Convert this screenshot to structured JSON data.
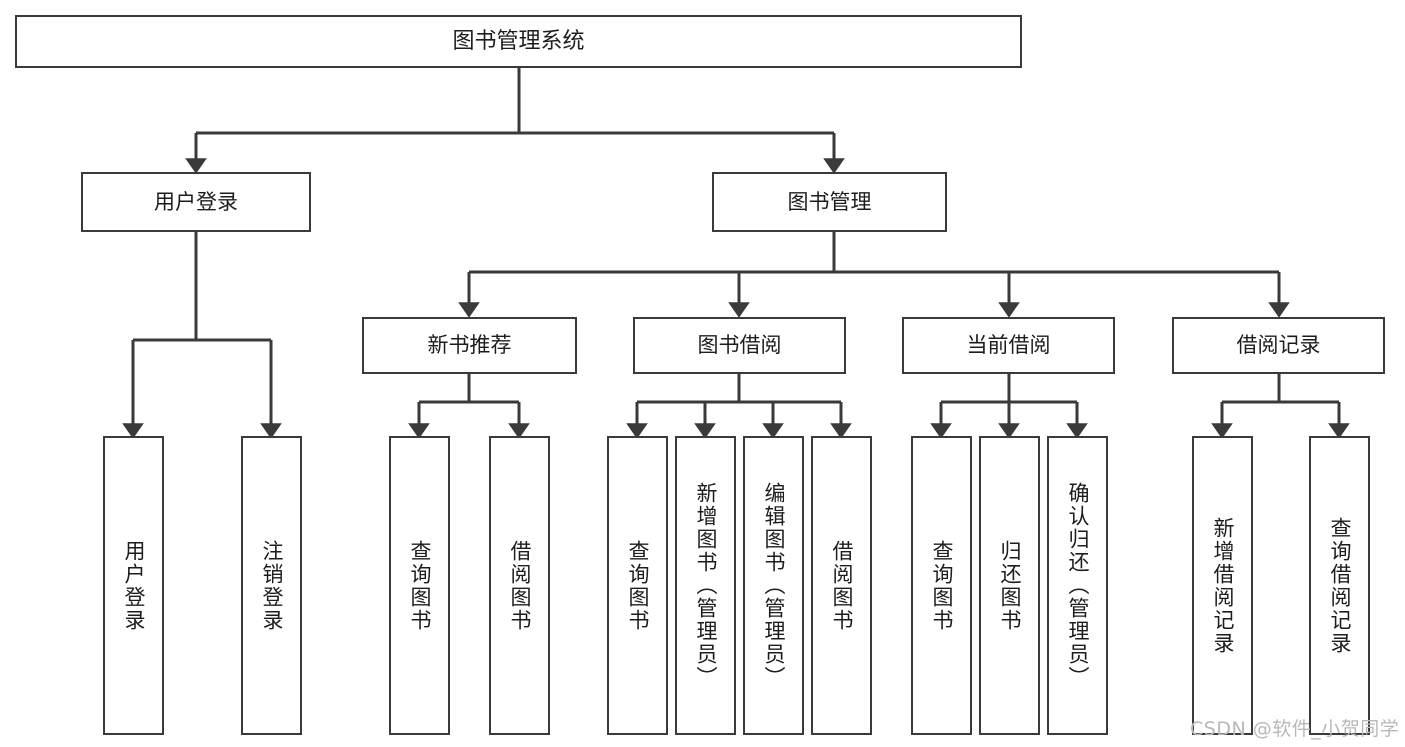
{
  "diagram": {
    "title": "图书管理系统",
    "type": "hierarchy-tree",
    "watermark": "CSDN @软件_小贺同学",
    "colors": {
      "border": "#3a3a3a",
      "fill": "#ffffff",
      "text": "#1d1d1d",
      "edge": "#3a3a3a",
      "watermark": "#b8b8b8"
    },
    "nodes": {
      "root": {
        "label": "图书管理系统"
      },
      "level2": [
        {
          "id": "user-login",
          "label": "用户登录"
        },
        {
          "id": "book-manage",
          "label": "图书管理"
        }
      ],
      "level3": [
        {
          "id": "new-book-rec",
          "label": "新书推荐"
        },
        {
          "id": "book-borrow",
          "label": "图书借阅"
        },
        {
          "id": "current-borrow",
          "label": "当前借阅"
        },
        {
          "id": "borrow-record",
          "label": "借阅记录"
        }
      ],
      "leaves": {
        "user_login": [
          {
            "id": "leaf-user-login",
            "label": "用户登录"
          },
          {
            "id": "leaf-logout",
            "label": "注销登录"
          }
        ],
        "new_book_rec": [
          {
            "id": "leaf-query-book-1",
            "label": "查询图书"
          },
          {
            "id": "leaf-borrow-book-1",
            "label": "借阅图书"
          }
        ],
        "book_borrow": [
          {
            "id": "leaf-query-book-2",
            "label": "查询图书"
          },
          {
            "id": "leaf-add-book",
            "label": "新增图书（管理员）"
          },
          {
            "id": "leaf-edit-book",
            "label": "编辑图书（管理员）"
          },
          {
            "id": "leaf-borrow-book-2",
            "label": "借阅图书"
          }
        ],
        "current_borrow": [
          {
            "id": "leaf-query-book-3",
            "label": "查询图书"
          },
          {
            "id": "leaf-return-book",
            "label": "归还图书"
          },
          {
            "id": "leaf-confirm-return",
            "label": "确认归还（管理员）"
          }
        ],
        "borrow_record": [
          {
            "id": "leaf-add-record",
            "label": "新增借阅记录"
          },
          {
            "id": "leaf-query-record",
            "label": "查询借阅记录"
          }
        ]
      }
    }
  }
}
